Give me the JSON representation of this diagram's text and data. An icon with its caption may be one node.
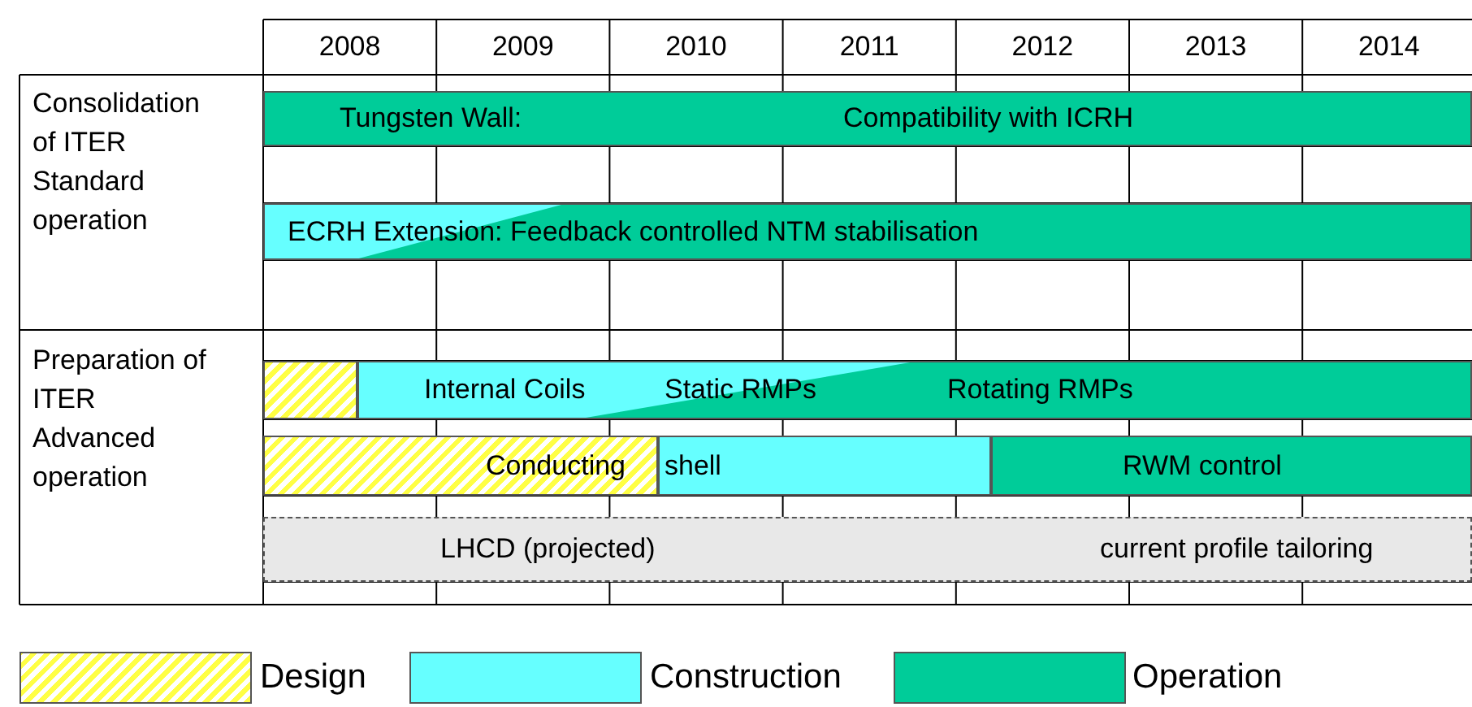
{
  "diagram": {
    "nodes": [
      {
        "text": [
          "Tungsten Wall:",
          "Compatibility with ICRH"
        ]
      },
      {
        "text": [
          "ECRH Extension: Feedback controlled NTM stabilisation"
        ]
      },
      {
        "text": [],
        "shape": "bar"
      },
      {
        "text": [
          "Internal Coils",
          "Static RMPs",
          "Rotating RMPs"
        ]
      },
      {
        "text": [
          "Conducting"
        ]
      },
      {
        "text": [
          "shell"
        ]
      },
      {
        "text": [
          "RWM control"
        ]
      },
      {
        "text": [
          "LHCD (projected)",
          "current profile tailoring"
        ]
      }
    ],
    "labels": [
      "2008",
      "2009",
      "2010",
      "2011",
      "2012",
      "2013",
      "2014",
      "Consolidation of ITER Standard operation",
      "Preparation of ITER Advanced operation"
    ],
    "legend": [
      {
        "text": "Design"
      },
      {
        "text": "Construction",
        "color": "#66ffff"
      },
      {
        "text": "Operation",
        "color": "#00cc99"
      }
    ]
  }
}
